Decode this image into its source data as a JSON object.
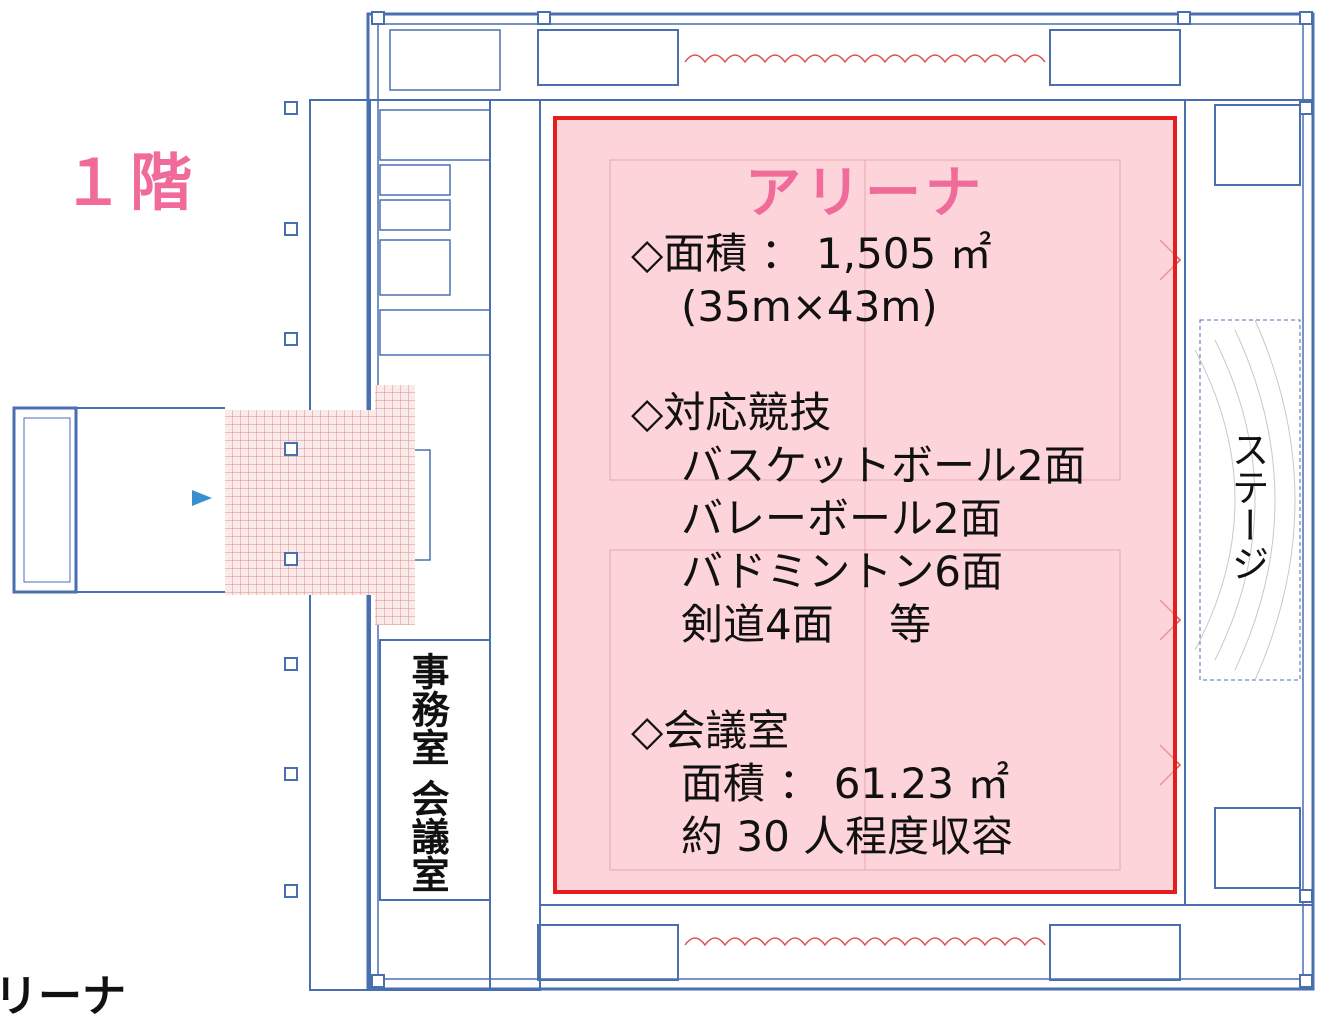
{
  "floor_label": "１階",
  "arena": {
    "title": "アリーナ",
    "area_line": "◇面積 ： 1,505 ㎡",
    "dimensions": "(35m×43m)",
    "sports_heading": "◇対応競技",
    "sports": [
      "バスケットボール2面",
      "バレーボール2面",
      "バドミントン6面",
      "剣道4面　 等"
    ],
    "meeting_heading": "◇会議室",
    "meeting_area": "面積 ： 61.23 ㎡",
    "meeting_capacity": "約 30 人程度収容"
  },
  "office_label": "事務室 会議室",
  "stage_label": "ステージ",
  "bottom_label": "リーナ",
  "colors": {
    "accent_pink": "#f06a9a",
    "arena_border": "#e51d1d",
    "arena_fill": "#fab9c3",
    "wall_blue": "#4a6fb0"
  }
}
